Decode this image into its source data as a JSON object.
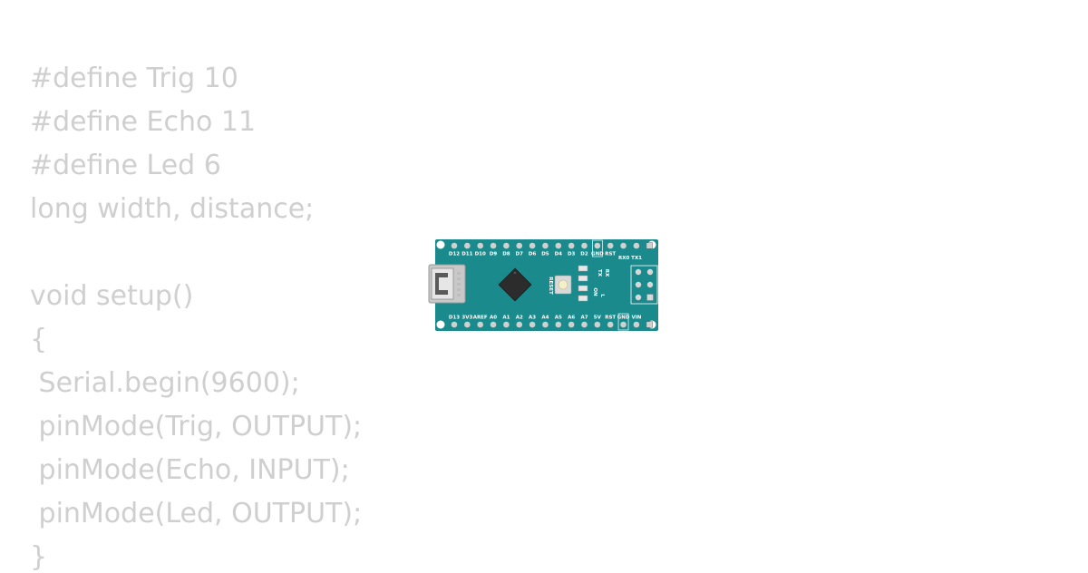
{
  "code_lines": [
    "#define Trig 10",
    "#define Echo 11",
    "#define Led 6",
    "long width, distance;",
    "",
    "void setup()",
    "{",
    " Serial.begin(9600);",
    " pinMode(Trig, OUTPUT);",
    " pinMode(Echo, INPUT);",
    " pinMode(Led, OUTPUT);",
    "}"
  ],
  "board": {
    "top_pins": [
      "D12",
      "D11",
      "D10",
      "D9",
      "D8",
      "D7",
      "D6",
      "D5",
      "D4",
      "D3",
      "D2",
      "GND",
      "RST"
    ],
    "bottom_pins": [
      "D13",
      "3V3",
      "AREF",
      "A0",
      "A1",
      "A2",
      "A3",
      "A4",
      "A5",
      "A6",
      "A7",
      "5V",
      "RST",
      "GND",
      "VIN"
    ],
    "serial_label": "RX0 TX1",
    "reset_label": "RESET",
    "led_labels": [
      "TX",
      "RX",
      "ON",
      "L"
    ]
  },
  "colors": {
    "board": "#1a8a8c",
    "code_text": "#cfcfcf",
    "background": "#ffffff"
  }
}
